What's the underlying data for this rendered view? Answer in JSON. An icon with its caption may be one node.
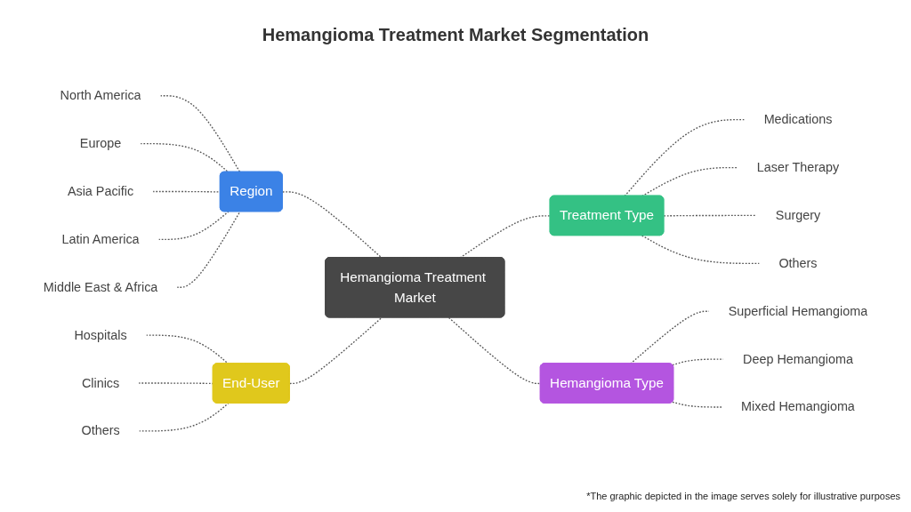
{
  "diagram": {
    "title": "Hemangioma Treatment Market Segmentation",
    "nodes": [
      {
        "text": [
          "Hemangioma Treatment Market"
        ]
      },
      {
        "text": [
          "Region"
        ]
      },
      {
        "text": [
          "North America"
        ]
      },
      {
        "text": [
          "Europe"
        ]
      },
      {
        "text": [
          "Asia Pacific"
        ]
      },
      {
        "text": [
          "Latin America"
        ]
      },
      {
        "text": [
          "Middle East & Africa"
        ]
      },
      {
        "text": [
          "Treatment Type"
        ]
      },
      {
        "text": [
          "Medications"
        ]
      },
      {
        "text": [
          "Laser Therapy"
        ]
      },
      {
        "text": [
          "Surgery"
        ]
      },
      {
        "text": [
          "Others"
        ]
      },
      {
        "text": [
          "End-User"
        ]
      },
      {
        "text": [
          "Hospitals"
        ]
      },
      {
        "text": [
          "Clinics"
        ]
      },
      {
        "text": [
          "Others"
        ]
      },
      {
        "text": [
          "Hemangioma Type"
        ]
      },
      {
        "text": [
          "Superficial Hemangioma"
        ]
      },
      {
        "text": [
          "Deep Hemangioma"
        ]
      },
      {
        "text": [
          "Mixed Hemangioma"
        ]
      }
    ],
    "edges": [
      {
        "from": 1,
        "to": 0,
        "arrow": "none",
        "style": "dashed"
      },
      {
        "from": 0,
        "to": 7,
        "arrow": "none",
        "style": "dashed"
      },
      {
        "from": 12,
        "to": 0,
        "arrow": "none",
        "style": "dashed"
      },
      {
        "from": 0,
        "to": 16,
        "arrow": "none",
        "style": "dashed"
      },
      {
        "from": 2,
        "to": 1,
        "arrow": "none",
        "style": "dashed"
      },
      {
        "from": 3,
        "to": 1,
        "arrow": "none",
        "style": "dashed"
      },
      {
        "from": 4,
        "to": 1,
        "arrow": "none",
        "style": "dashed"
      },
      {
        "from": 5,
        "to": 1,
        "arrow": "none",
        "style": "dashed"
      },
      {
        "from": 6,
        "to": 1,
        "arrow": "none",
        "style": "dashed"
      },
      {
        "from": 7,
        "to": 8,
        "arrow": "none",
        "style": "dashed"
      },
      {
        "from": 7,
        "to": 9,
        "arrow": "none",
        "style": "dashed"
      },
      {
        "from": 7,
        "to": 10,
        "arrow": "none",
        "style": "dashed"
      },
      {
        "from": 7,
        "to": 11,
        "arrow": "none",
        "style": "dashed"
      },
      {
        "from": 13,
        "to": 12,
        "arrow": "none",
        "style": "dashed"
      },
      {
        "from": 14,
        "to": 12,
        "arrow": "none",
        "style": "dashed"
      },
      {
        "from": 15,
        "to": 12,
        "arrow": "none",
        "style": "dashed"
      },
      {
        "from": 16,
        "to": 17,
        "arrow": "none",
        "style": "dashed"
      },
      {
        "from": 16,
        "to": 18,
        "arrow": "none",
        "style": "dashed"
      },
      {
        "from": 16,
        "to": 19,
        "arrow": "none",
        "style": "dashed"
      }
    ],
    "labels": [
      "*The graphic depicted in the image serves solely for illustrative purposes"
    ]
  }
}
